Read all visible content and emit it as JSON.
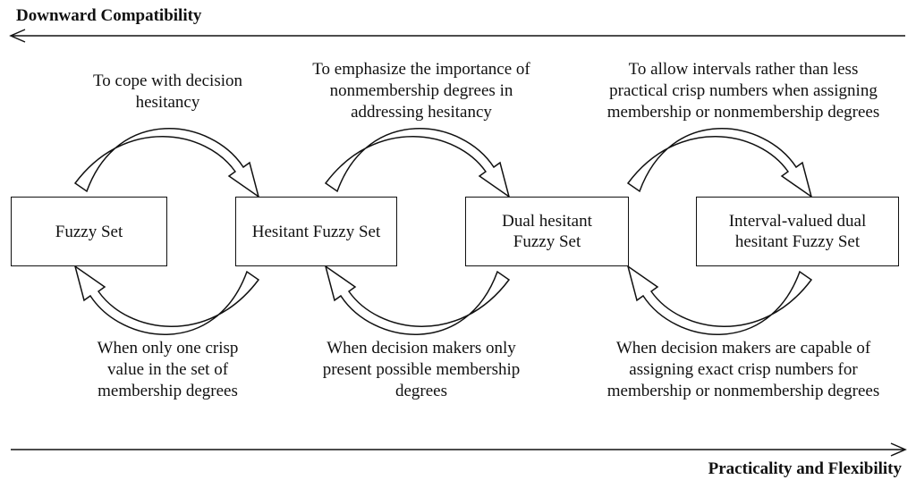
{
  "top_axis": {
    "label": "Downward Compatibility"
  },
  "bottom_axis": {
    "label": "Practicality and Flexibility"
  },
  "boxes": [
    {
      "label": "Fuzzy Set"
    },
    {
      "label": "Hesitant Fuzzy Set"
    },
    {
      "label": "Dual hesitant\nFuzzy Set"
    },
    {
      "label": "Interval-valued dual\nhesitant Fuzzy Set"
    }
  ],
  "forward_reasons": [
    "To cope with decision\nhesitancy",
    "To emphasize the importance of\nnonmembership degrees in\naddressing hesitancy",
    "To allow intervals rather than less\npractical crisp numbers when assigning\nmembership or nonmembership degrees"
  ],
  "backward_reasons": [
    "When only one crisp\nvalue in the set of\nmembership degrees",
    "When decision makers only\npresent possible membership\ndegrees",
    "When decision makers are capable of\nassigning exact crisp numbers for\nmembership or nonmembership degrees"
  ]
}
